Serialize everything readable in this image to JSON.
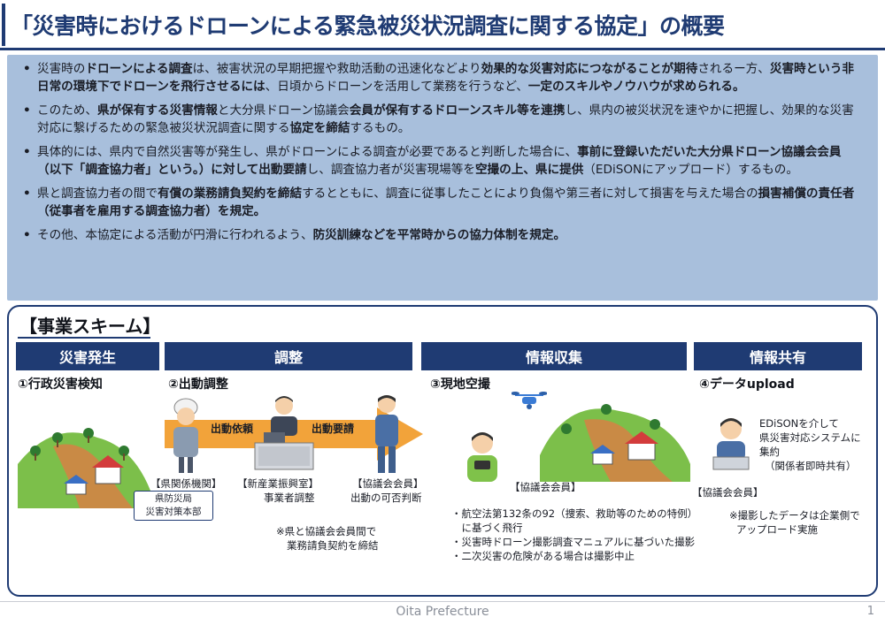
{
  "header": {
    "title": "「災害時におけるドローンによる緊急被災状況調査に関する協定」の概要"
  },
  "summary": {
    "bullet": "•",
    "items": [
      {
        "segments": [
          {
            "t": "災害時の",
            "b": false
          },
          {
            "t": "ドローンによる調査",
            "b": true
          },
          {
            "t": "は、被害状況の早期把握や救助活動の迅速化などより",
            "b": false
          },
          {
            "t": "効果的な災害対応につながることが期待",
            "b": true
          },
          {
            "t": "されるー方、",
            "b": false
          },
          {
            "t": "災害時という非日常の環境下でドローンを飛行させるには",
            "b": true
          },
          {
            "t": "、日頃からドローンを活用して業務を行うなど、",
            "b": false
          },
          {
            "t": "一定のスキルやノウハウが求められる。",
            "b": true
          }
        ]
      },
      {
        "segments": [
          {
            "t": "このため、",
            "b": false
          },
          {
            "t": "県が保有する災害情報",
            "b": true
          },
          {
            "t": "と大分県ドローン協議会",
            "b": false
          },
          {
            "t": "会員が保有するドローンスキル等を連携",
            "b": true
          },
          {
            "t": "し、県内の被災状況を速やかに把握し、効果的な災害対応に繋げるための緊急被災状況調査に関する",
            "b": false
          },
          {
            "t": "協定を締結",
            "b": true
          },
          {
            "t": "するもの。",
            "b": false
          }
        ]
      },
      {
        "segments": [
          {
            "t": "具体的には、県内で自然災害等が発生し、県がドローンによる調査が必要であると判断した場合に、",
            "b": false
          },
          {
            "t": "事前に登録いただいた大分県ドローン協議会会員（以下「調査協力者」という。）に対して出動要請",
            "b": true
          },
          {
            "t": "し、調査協力者が災害現場等を",
            "b": false
          },
          {
            "t": "空撮の上、県に提供",
            "b": true
          },
          {
            "t": "（EDiSONにアップロード）するもの。",
            "b": false
          }
        ]
      },
      {
        "segments": [
          {
            "t": "県と調査協力者の間で",
            "b": false
          },
          {
            "t": "有償の業務請負契約を締結",
            "b": true
          },
          {
            "t": "するとともに、調査に従事したことにより負傷や第三者に対して損害を与えた場合の",
            "b": false
          },
          {
            "t": "損害補償の責任者（従事者を雇用する調査協力者）を規定。",
            "b": true
          }
        ]
      },
      {
        "segments": [
          {
            "t": "その他、本協定による活動が円滑に行われるよう、",
            "b": false
          },
          {
            "t": "防災訓練などを平常時からの協力体制を規定。",
            "b": true
          }
        ]
      }
    ]
  },
  "scheme": {
    "title": "【事業スキーム】",
    "phases": [
      "災害発生",
      "調整",
      "情報収集",
      "情報共有"
    ],
    "steps": [
      "①行政災害検知",
      "②出動調整",
      "③現地空撮",
      "④データupload"
    ],
    "arrow_labels": [
      "出動依頼",
      "出動要請"
    ],
    "col1": {
      "role": "【県関係機関】",
      "box_line1": "県防災局",
      "box_line2": "災害対策本部"
    },
    "col2": {
      "role1": "【新産業振興室】",
      "role1_sub": "事業者調整",
      "role2": "【協議会会員】",
      "role2_sub": "出動の可否判断",
      "note_line1": "※県と協議会会員間で",
      "note_line2": "業務請負契約を締結"
    },
    "col3": {
      "role": "【協議会会員】",
      "notes": [
        "・航空法第132条の92（捜索、救助等のための特例）",
        "　に基づく飛行",
        "・災害時ドローン撮影調査マニュアルに基づいた撮影",
        "・二次災害の危険がある場合は撮影中止"
      ]
    },
    "col4": {
      "desc": [
        "EDiSONを介して",
        "県災害対応システムに",
        "集約",
        "（関係者即時共有）"
      ],
      "role": "【協議会会員】",
      "note_line1": "※撮影したデータは企業側で",
      "note_line2": "アップロード実施"
    }
  },
  "footer": {
    "org": "Oita Prefecture",
    "page": "1"
  },
  "colors": {
    "accent": "#1f3b73",
    "summary_bg": "#a8bfdc",
    "arrow": "#f2a33a"
  }
}
